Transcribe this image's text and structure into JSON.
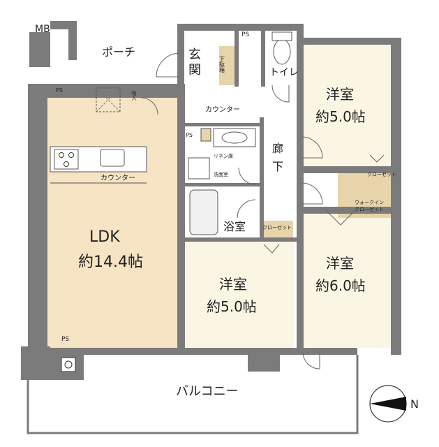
{
  "labels": {
    "mb": "MB",
    "porch": "ポーチ",
    "entrance_line1": "玄",
    "entrance_line2": "関",
    "shoebox": "下駄箱",
    "ps_top": "PS",
    "toilet": "トイレ",
    "ps_ldk": "PS",
    "storage": "物入",
    "counter_hall": "カウンター",
    "ps_wash": "PS",
    "linen": "リネン庫",
    "washroom": "洗面室",
    "hallway_line1": "廊",
    "hallway_line2": "下",
    "counter_kitchen": "カウンター",
    "bath": "浴室",
    "closet_bath": "クローゼット",
    "closet_r1": "クローゼット",
    "wic_line1": "ウォークイン",
    "wic_line2": "クローゼット",
    "ps_balcony": "PS",
    "balcony": "バルコニー",
    "compass": "N"
  },
  "rooms": {
    "ldk": {
      "name": "LDK",
      "size": "約14.4帖"
    },
    "western1": {
      "name": "洋室",
      "size": "約5.0帖"
    },
    "western2": {
      "name": "洋室",
      "size": "約6.0帖"
    },
    "western3": {
      "name": "洋室",
      "size": "約5.0帖"
    }
  },
  "colors": {
    "wall": "#7b7b7b",
    "ldk_floor": "#f6e4c4",
    "room_floor": "#fbf6e4",
    "utility_floor": "#ffffff",
    "closet_floor": "#e8d4aa",
    "line": "#555555"
  }
}
